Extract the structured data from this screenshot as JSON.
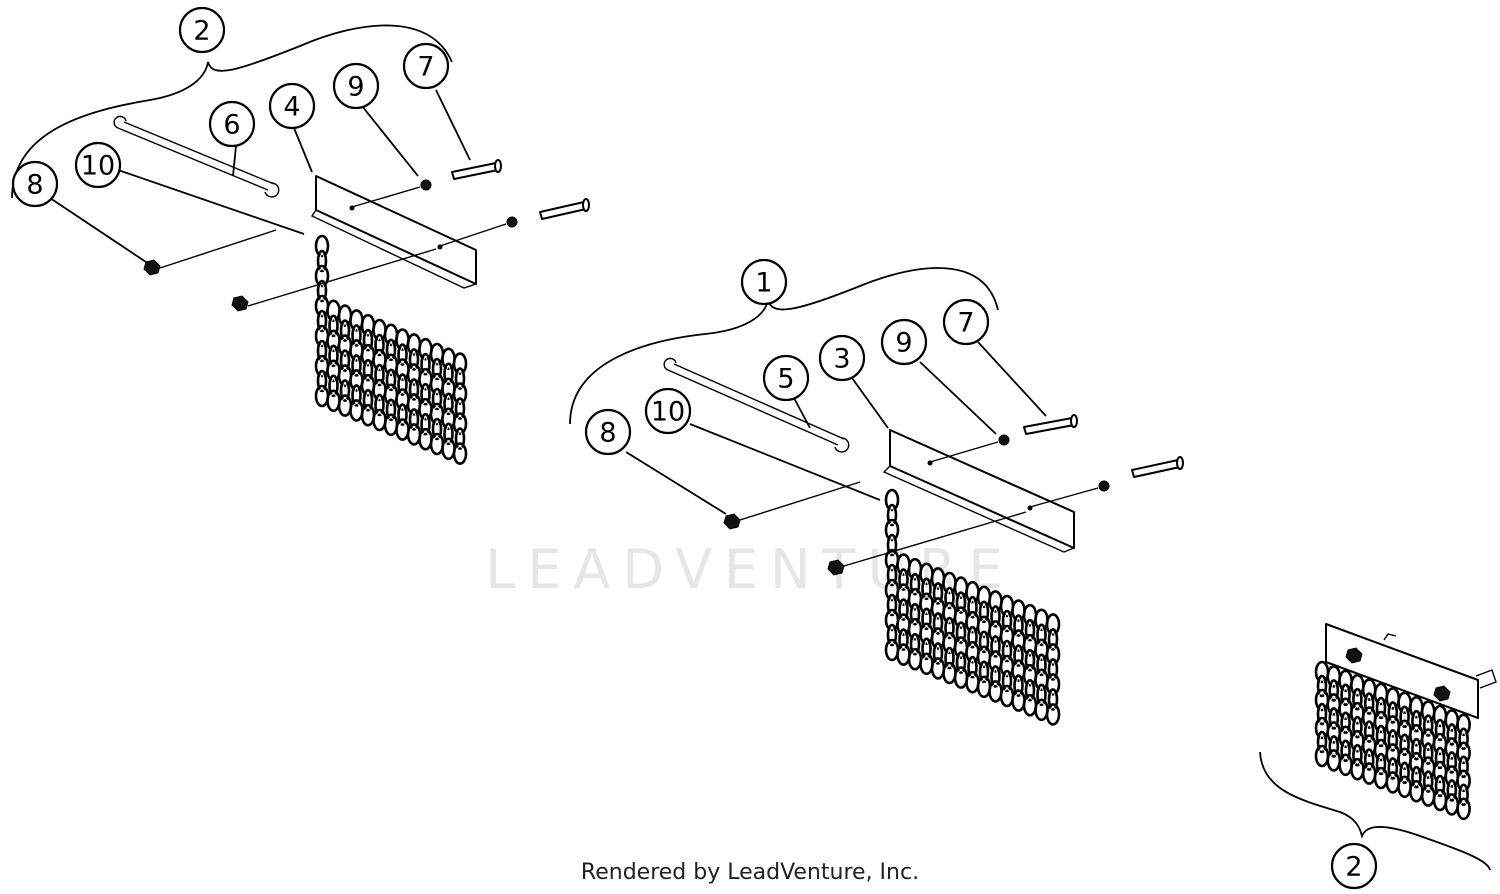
{
  "footer": {
    "text": "Rendered by LeadVenture, Inc."
  },
  "watermark": {
    "text": "LEADVENTURE"
  },
  "callouts": {
    "left_assembly": "2",
    "left_rod": "6",
    "left_bracket": "4",
    "left_washer": "9",
    "left_bolt": "7",
    "left_nut": "8",
    "left_chain": "10",
    "center_assembly": "1",
    "center_rod": "5",
    "center_bracket": "3",
    "center_washer": "9",
    "center_bolt": "7",
    "center_nut": "8",
    "center_chain": "10",
    "assembled_view": "2"
  }
}
